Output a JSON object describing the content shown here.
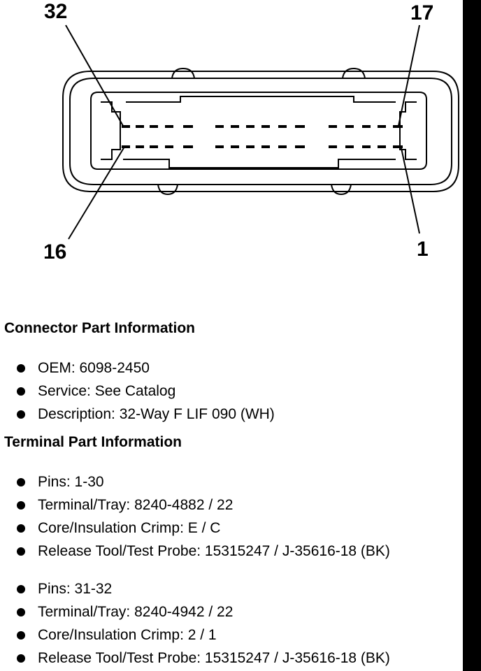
{
  "diagram": {
    "pin_labels": {
      "top_left": "32",
      "top_right": "17",
      "bottom_left": "16",
      "bottom_right": "1"
    }
  },
  "connector_info": {
    "title": "Connector Part Information",
    "items": [
      "OEM: 6098-2450",
      "Service: See Catalog",
      "Description: 32-Way F LIF 090 (WH)"
    ]
  },
  "terminal_info": {
    "title": "Terminal Part Information",
    "group1": [
      "Pins: 1-30",
      "Terminal/Tray: 8240-4882 / 22",
      "Core/Insulation Crimp: E / C",
      "Release Tool/Test Probe: 15315247 / J-35616-18 (BK)"
    ],
    "group2": [
      "Pins: 31-32",
      "Terminal/Tray: 8240-4942 / 22",
      "Core/Insulation Crimp: 2 / 1",
      "Release Tool/Test Probe: 15315247 / J-35616-18 (BK)"
    ]
  }
}
